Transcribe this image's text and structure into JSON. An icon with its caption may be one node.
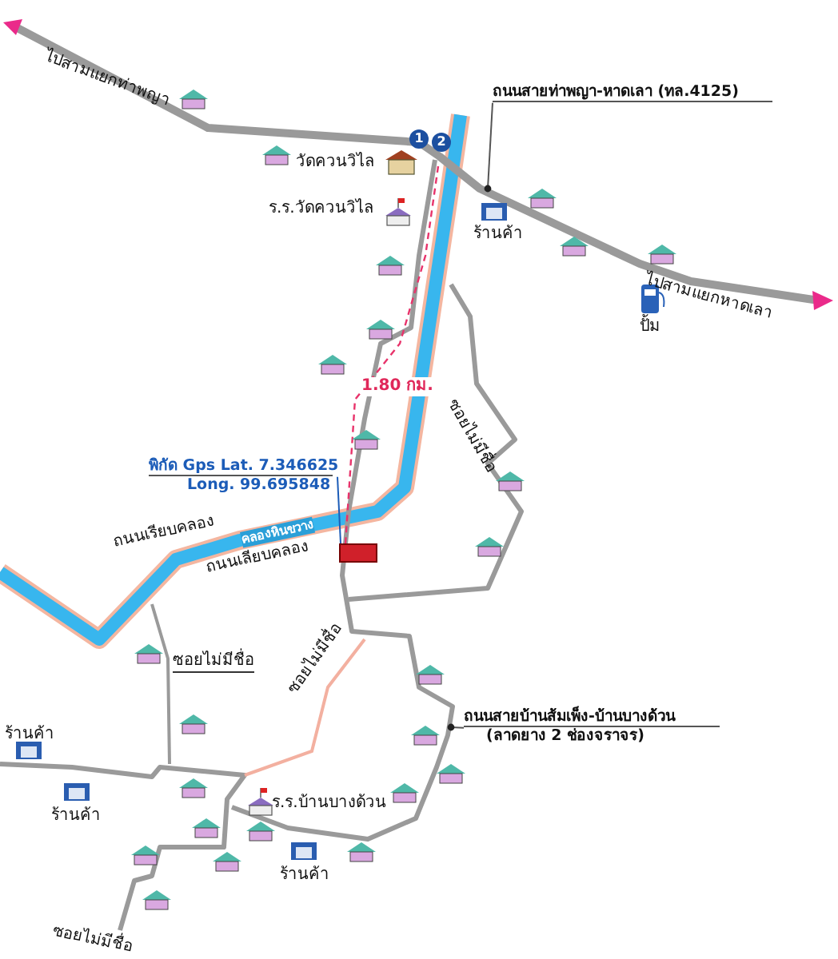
{
  "diagram": {
    "nodes": [
      {
        "text": [
          "ถนนสายท่าพญา-หาดเลา (ทล.4125)"
        ]
      },
      {
        "text": [
          "พิกัด Gps Lat. 7.346625",
          "Long. 99.695848"
        ]
      },
      {
        "text": [],
        "shape": "box"
      },
      {
        "text": [
          "ถนนสายบ้านส้มเพ็ง-บ้านบางด้วน",
          "(ลาดยาง 2 ช่องจราจร)"
        ]
      }
    ],
    "edges": [
      {
        "from": 0,
        "to": null,
        "arrow": "other"
      },
      {
        "from": 1,
        "to": 2,
        "arrow": "none",
        "color": "#1c5cb8"
      },
      {
        "from": 3,
        "to": null,
        "arrow": "other"
      }
    ],
    "labels": [
      "ไปสามแยกท่าพญา",
      "1",
      "2",
      "วัดควนวิไล",
      "ร.ร.วัดควนวิไล",
      "ร้านค้า",
      "ไปสามแยกหาดเลา",
      "ปั้ม",
      "1.80 กม.",
      "ซอยไม่มีชื่อ",
      "ถนนเรียบคลอง",
      "คลองหินขวาง",
      "ถนนเลียบคลอง",
      "ซอยไม่มีชื่อ",
      "ซอยไม่มีชื่อ",
      "ร้านค้า",
      "ร้านค้า",
      "ร.ร.บ้านบางด้วน",
      "ร้านค้า",
      "ซอยไม่มีชื่อ"
    ]
  }
}
